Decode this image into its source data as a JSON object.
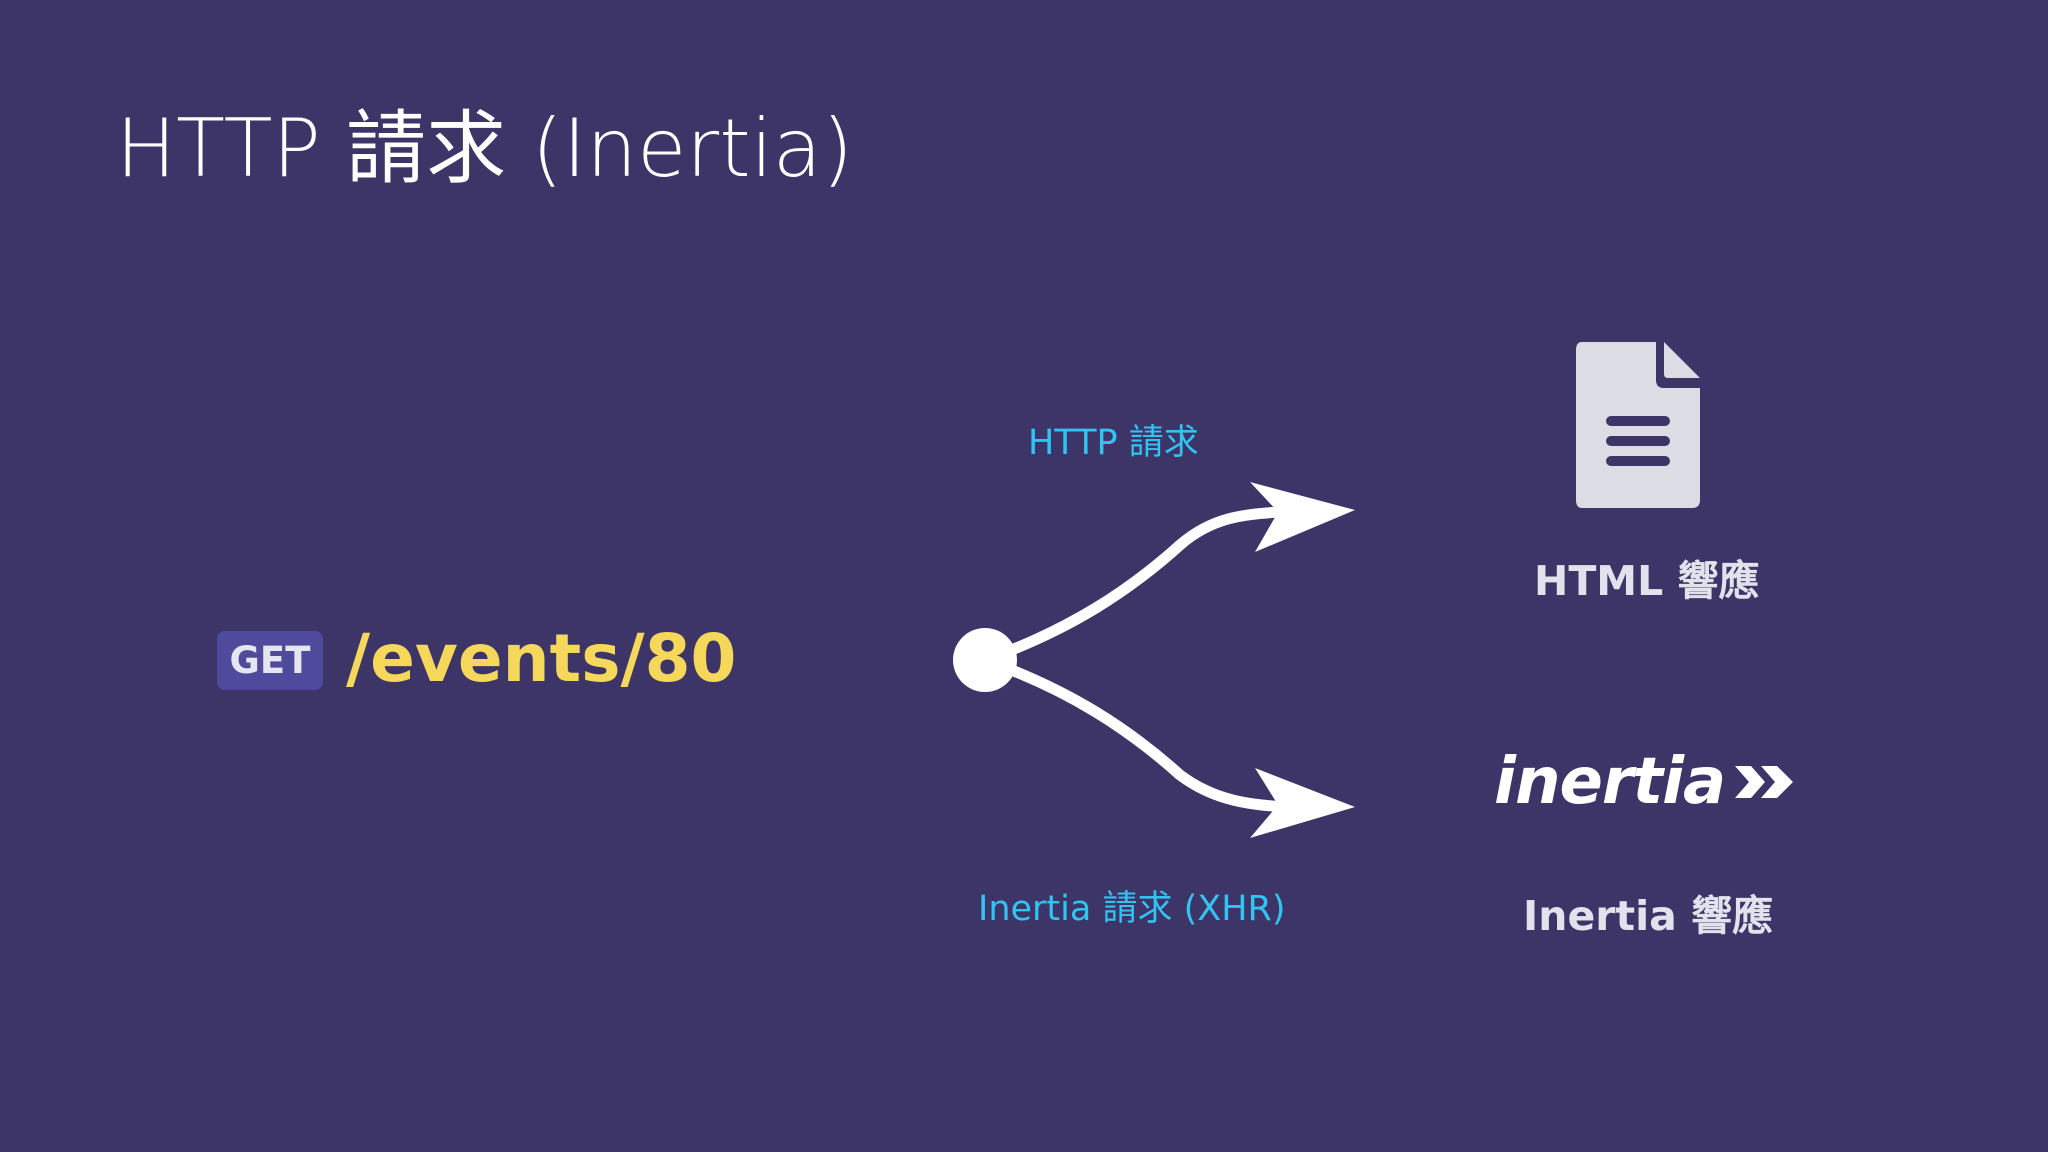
{
  "slide": {
    "title": "HTTP 請求 (Inertia)",
    "colors": {
      "background": "#3d3468",
      "accent_yellow": "#f5d85a",
      "accent_cyan": "#33c3f0",
      "badge_bg": "#4f4a9c"
    }
  },
  "request": {
    "method": "GET",
    "path": "/events/80"
  },
  "flows": {
    "http": {
      "edge_label": "HTTP 請求",
      "target_label": "HTML 響應",
      "icon": "document-icon"
    },
    "inertia": {
      "edge_label": "Inertia 請求 (XHR)",
      "target_label": "Inertia 響應",
      "logo_text": "inertia",
      "icon": "inertia-logo"
    }
  }
}
